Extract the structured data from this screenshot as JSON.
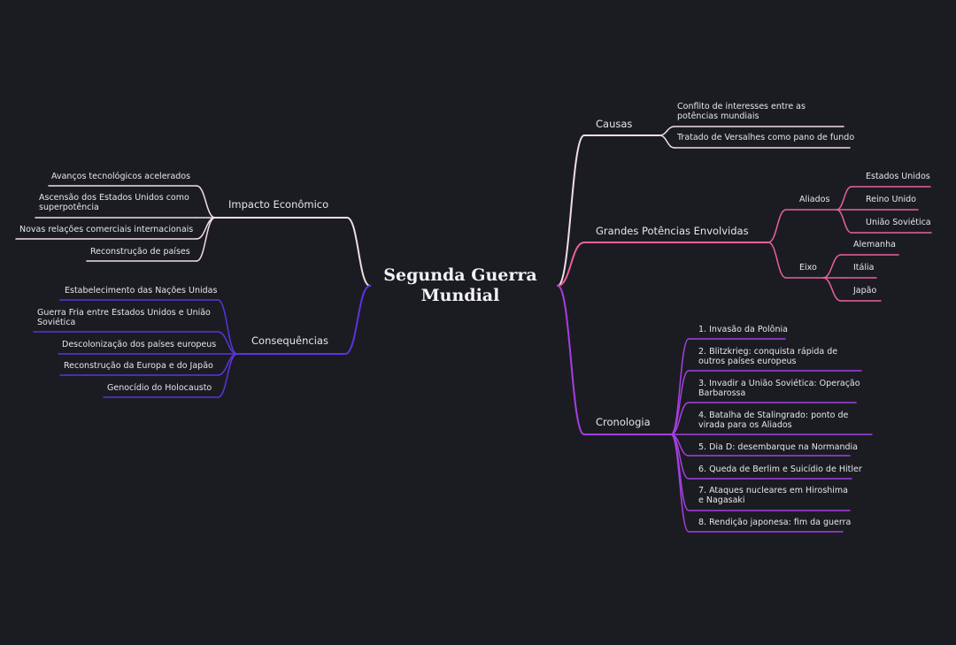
{
  "root": {
    "title": "Segunda Guerra Mundial"
  },
  "colors": {
    "background": "#1b1c22",
    "text": "#e6e6ea",
    "causas": "#f2dde6",
    "potencias": "#e9619c",
    "cronologia": "#a63fe0",
    "impacto": "#f2dde6",
    "consequencias": "#5b34e0"
  },
  "causas": {
    "label": "Causas",
    "items": [
      "Conflito de interesses entre as potências mundiais",
      "Tratado de Versalhes como pano de fundo"
    ]
  },
  "potencias": {
    "label": "Grandes Potências Envolvidas",
    "aliados": {
      "label": "Aliados",
      "items": [
        "Estados Unidos",
        "Reino Unido",
        "União Soviética"
      ]
    },
    "eixo": {
      "label": "Eixo",
      "items": [
        "Alemanha",
        "Itália",
        "Japão"
      ]
    }
  },
  "cronologia": {
    "label": "Cronologia",
    "items": [
      "1. Invasão da Polônia",
      "2. Blitzkrieg: conquista rápida de outros países europeus",
      "3. Invadir a União Soviética: Operação Barbarossa",
      "4. Batalha de Stalingrado: ponto de virada para os Aliados",
      "5. Dia D: desembarque na Normandia",
      "6. Queda de Berlim e Suicídio de Hitler",
      "7. Ataques nucleares em Hiroshima e Nagasaki",
      "8. Rendição japonesa: fim da guerra"
    ]
  },
  "impacto": {
    "label": "Impacto Econômico",
    "items": [
      "Avanços tecnológicos acelerados",
      "Ascensão dos Estados Unidos como superpotência",
      "Novas relações comerciais internacionais",
      "Reconstrução de países"
    ]
  },
  "consequencias": {
    "label": "Consequências",
    "items": [
      "Estabelecimento das Nações Unidas",
      "Guerra Fria entre Estados Unidos e União Soviética",
      "Descolonização dos países europeus",
      "Reconstrução da Europa e do Japão",
      "Genocídio do Holocausto"
    ]
  }
}
